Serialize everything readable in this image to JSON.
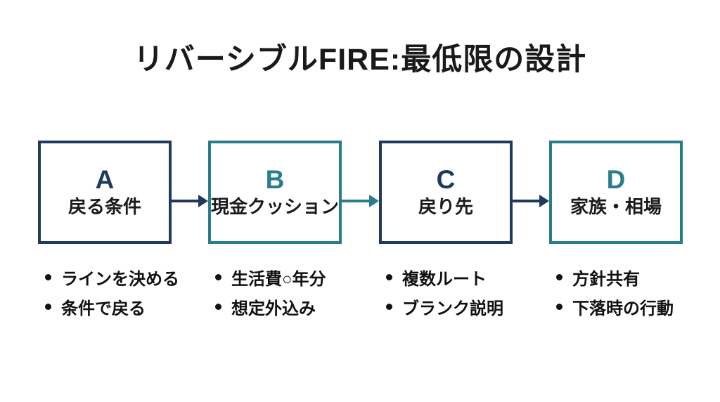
{
  "slide": {
    "title": "リバーシブルFIRE:最低限の設計",
    "colors": {
      "background": "#ffffff",
      "navy": "#1f3a5c",
      "teal": "#2a7d8c",
      "text": "#1a1a1a"
    },
    "steps": [
      {
        "letter": "A",
        "label": "戻る条件",
        "accent": "navy",
        "bullets": [
          "ラインを決める",
          "条件で戻る"
        ]
      },
      {
        "letter": "B",
        "label": "現金クッション",
        "accent": "teal",
        "bullets": [
          "生活費○年分",
          "想定外込み"
        ]
      },
      {
        "letter": "C",
        "label": "戻り先",
        "accent": "navy",
        "bullets": [
          "複数ルート",
          "ブランク説明"
        ]
      },
      {
        "letter": "D",
        "label": "家族・相場",
        "accent": "teal",
        "bullets": [
          "方針共有",
          "下落時の行動"
        ]
      }
    ],
    "arrows": [
      {
        "from": "A",
        "to": "B",
        "color": "navy"
      },
      {
        "from": "B",
        "to": "C",
        "color": "teal"
      },
      {
        "from": "C",
        "to": "D",
        "color": "navy"
      }
    ]
  }
}
